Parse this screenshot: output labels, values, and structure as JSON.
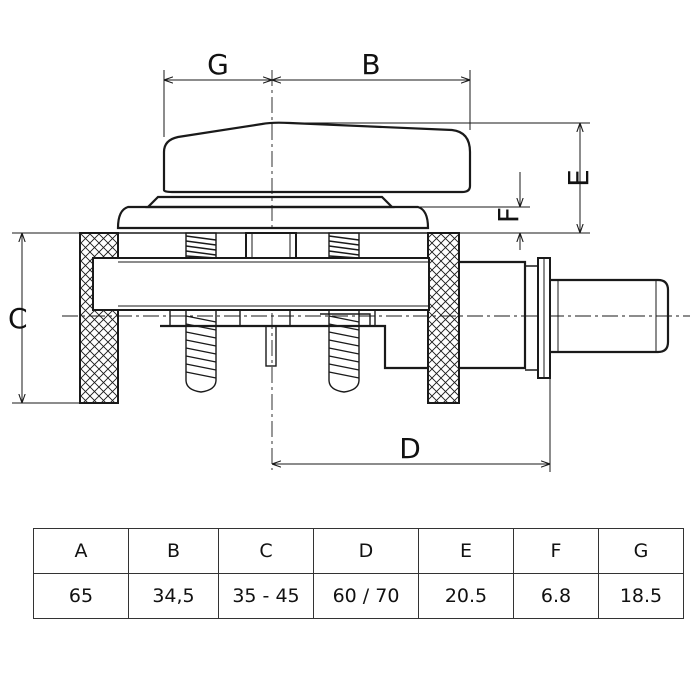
{
  "drawing": {
    "dimension_labels": {
      "G": "G",
      "B": "B",
      "E": "E",
      "F": "F",
      "C": "C",
      "D": "D"
    }
  },
  "table": {
    "headers": [
      "A",
      "B",
      "C",
      "D",
      "E",
      "F",
      "G"
    ],
    "values": [
      "65",
      "34,5",
      "35 - 45",
      "60 / 70",
      "20.5",
      "6.8",
      "18.5"
    ]
  }
}
